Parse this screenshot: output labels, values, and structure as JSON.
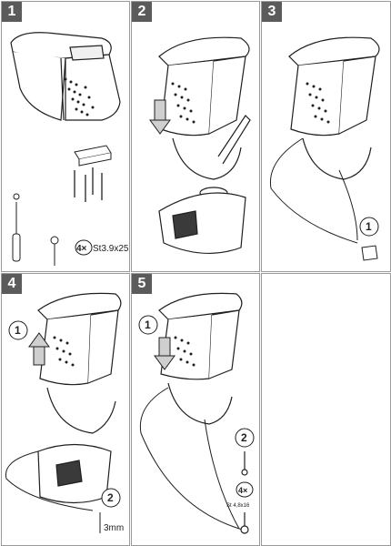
{
  "steps": [
    {
      "number": "1"
    },
    {
      "number": "2"
    },
    {
      "number": "3"
    },
    {
      "number": "4"
    },
    {
      "number": "5"
    },
    {
      "number": ""
    }
  ],
  "callouts": {
    "step1_quantity": "4×",
    "step1_screw_size": "St3.9x25",
    "step3_substep": "1",
    "step4_substep_a": "1",
    "step4_substep_b": "2",
    "step4_drill_size": "3mm",
    "step5_substep_a": "1",
    "step5_substep_b": "2",
    "step5_quantity": "4×",
    "step5_screw_size": "St 4,8x16"
  },
  "colors": {
    "badge": "#5b5b5b",
    "panel_border": "#9a9a9a",
    "line": "#1f1f1f",
    "cover_grey": "#cfcfcf"
  }
}
